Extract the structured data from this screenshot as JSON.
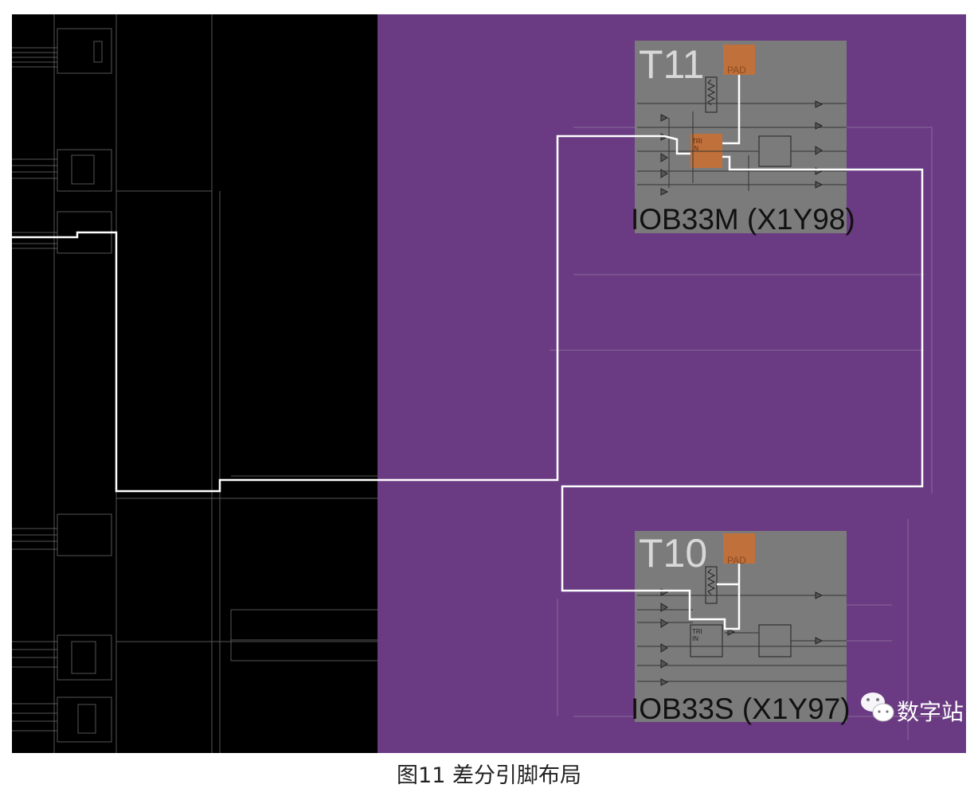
{
  "figure": {
    "caption": "图11 差分引脚布局",
    "colors": {
      "left_background": "#000000",
      "right_background": "#6a3a82",
      "site": "#7b7b7b",
      "pad": "#c0703a",
      "route": "#ffffff"
    },
    "sites": [
      {
        "pin": "T11",
        "pad_label": "PAD",
        "buffer_label": "TRI\nIN",
        "site_name": "IOB33M (X1Y98)",
        "buffer_highlighted": true
      },
      {
        "pin": "T10",
        "pad_label": "PAD",
        "buffer_label": "TRI\nIN",
        "site_name": "IOB33S (X1Y97)",
        "buffer_highlighted": false
      }
    ],
    "watermark": {
      "text": "数字站",
      "icon": "wechat-icon"
    }
  }
}
